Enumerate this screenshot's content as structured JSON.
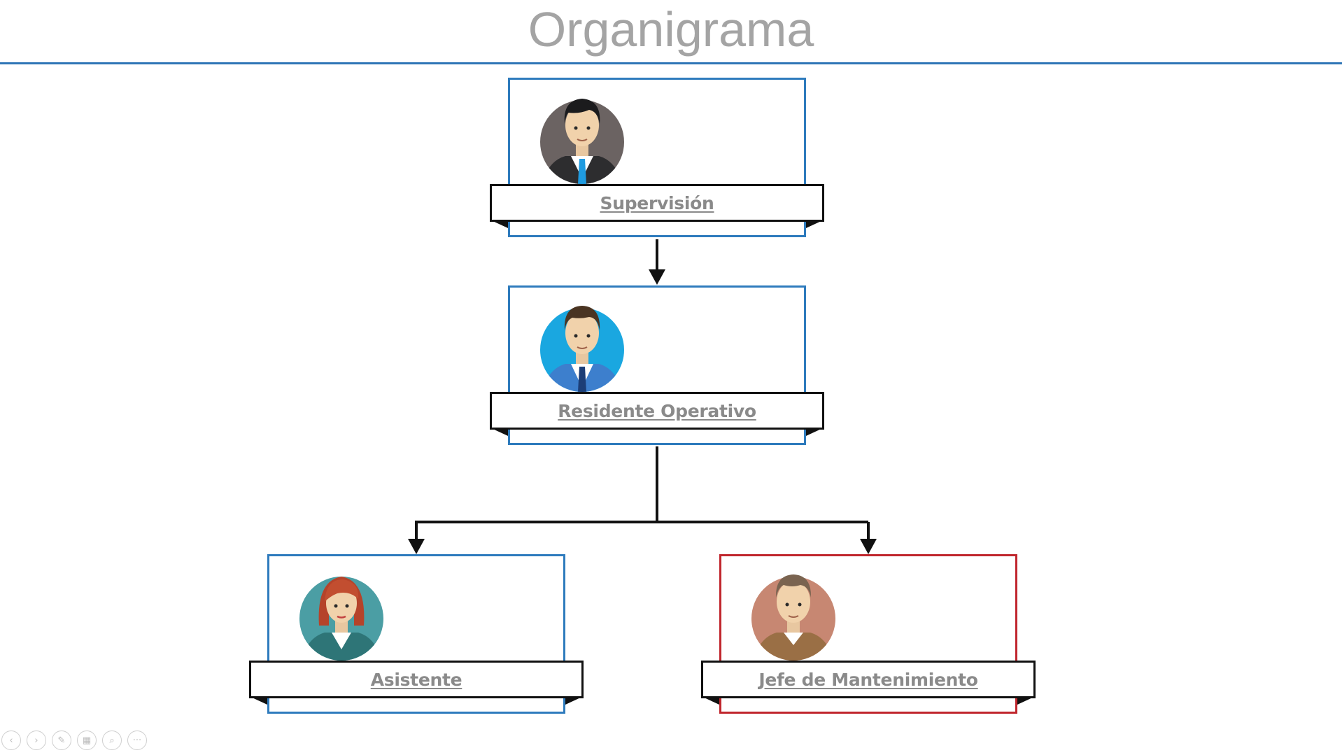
{
  "slide": {
    "title": "Organigrama",
    "rule_color": "#2e75b6"
  },
  "org": {
    "supervision": {
      "label": "Supervisión",
      "border_color": "#2e7bbd",
      "avatar": "man-dark-suit-icon",
      "avatar_bg": "#6b6362"
    },
    "residente": {
      "label": "Residente Operativo",
      "border_color": "#2e7bbd",
      "avatar": "man-blue-suit-icon",
      "avatar_bg": "#1aa7e0"
    },
    "asistente": {
      "label": "Asistente",
      "border_color": "#2e7bbd",
      "avatar": "woman-red-hair-icon",
      "avatar_bg": "#4b9ea4"
    },
    "jefe": {
      "label": "Jefe de Mantenimiento",
      "border_color": "#c0262d",
      "avatar": "man-brown-shirt-icon",
      "avatar_bg": "#c78772"
    }
  },
  "toolbar": {
    "prev": "‹",
    "next": "›",
    "pen": "✎",
    "slides": "▦",
    "zoom": "⌕",
    "more": "···"
  }
}
